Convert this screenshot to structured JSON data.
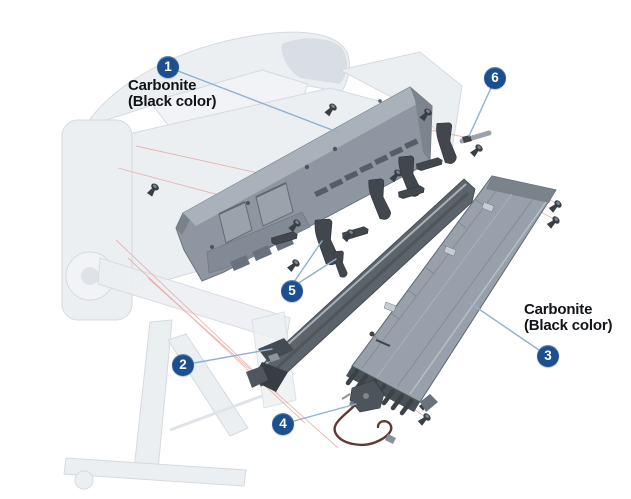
{
  "diagram": {
    "labels": {
      "carbonite_top": {
        "line1": "Carbonite",
        "line2": "(Black color)"
      },
      "carbonite_right": {
        "line1": "Carbonite",
        "line2": "(Black color)"
      }
    },
    "callouts": [
      {
        "number": "1"
      },
      {
        "number": "2"
      },
      {
        "number": "3"
      },
      {
        "number": "4"
      },
      {
        "number": "5"
      },
      {
        "number": "6"
      }
    ]
  },
  "colors": {
    "background": "#ffffff",
    "callout_fill": "#1b4f90",
    "callout_text": "#ffffff",
    "label_text": "#101317",
    "leader_line": "#8fb1d1",
    "projection_line": "#e5aaa7",
    "printer_faint": "#eceff2",
    "printer_stroke": "#d3d8de",
    "part_beam": "#8e97a1",
    "part_beam_top": "#a9b1ba",
    "part_bar": "#5c636b",
    "part_panel": "#98a1ab",
    "part_dark": "#42474e",
    "cable_color": "#5d3a34"
  }
}
